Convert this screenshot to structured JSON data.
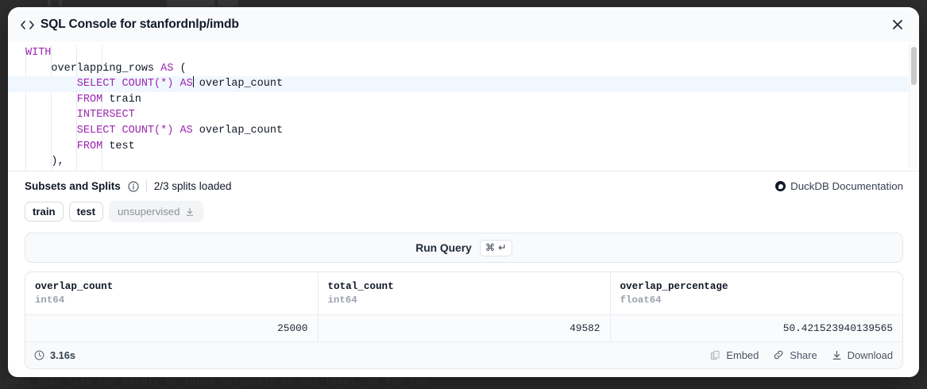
{
  "backdrop": {
    "text": "ause this film can hardly be taken seriously on any level. As for the"
  },
  "modal": {
    "icon": "code-icon",
    "title": "SQL Console for stanfordnlp/imdb",
    "close_label": "×"
  },
  "editor": {
    "lines": [
      [
        {
          "t": "WITH",
          "k": true
        }
      ],
      [
        {
          "t": "    overlapping_rows ",
          "k": false
        },
        {
          "t": "AS",
          "k": true
        },
        {
          "t": " (",
          "k": false
        }
      ],
      [
        {
          "t": "        SELECT COUNT",
          "k": true
        },
        {
          "t": "(*) ",
          "k": true
        },
        {
          "t": "AS",
          "k": true
        },
        {
          "t": "|",
          "k": false
        },
        {
          "t": " overlap_count",
          "k": false
        }
      ],
      [
        {
          "t": "        FROM",
          "k": true
        },
        {
          "t": " train",
          "k": false
        }
      ],
      [
        {
          "t": "        INTERSECT",
          "k": true
        }
      ],
      [
        {
          "t": "        SELECT COUNT",
          "k": true
        },
        {
          "t": "(*) ",
          "k": true
        },
        {
          "t": "AS",
          "k": true
        },
        {
          "t": " overlap_count",
          "k": false
        }
      ],
      [
        {
          "t": "        FROM",
          "k": true
        },
        {
          "t": " test",
          "k": false
        }
      ],
      [
        {
          "t": "    ),",
          "k": false
        }
      ]
    ],
    "active_line_index": 2,
    "scrollbar": "editor-vertical-scrollbar"
  },
  "splits": {
    "title": "Subsets and Splits",
    "info_icon": "info-circle-icon",
    "status": "2/3 splits loaded",
    "doc_link": "DuckDB Documentation",
    "doc_icon": "duckdb-icon",
    "pills": [
      {
        "label": "train",
        "loaded": true
      },
      {
        "label": "test",
        "loaded": true
      },
      {
        "label": "unsupervised",
        "loaded": false,
        "icon": "download-icon"
      }
    ]
  },
  "run_query": {
    "label": "Run Query",
    "shortcut_modifier": "⌘",
    "shortcut_key": "↵"
  },
  "results": {
    "columns": [
      {
        "name": "overlap_count",
        "type": "int64"
      },
      {
        "name": "total_count",
        "type": "int64"
      },
      {
        "name": "overlap_percentage",
        "type": "float64"
      }
    ],
    "rows": [
      [
        "25000",
        "49582",
        "50.421523940139565"
      ]
    ],
    "footer": {
      "clock_icon": "clock-icon",
      "timing": "3.16s",
      "actions": [
        {
          "label": "Embed",
          "icon": "copy-icon"
        },
        {
          "label": "Share",
          "icon": "link-icon"
        },
        {
          "label": "Download",
          "icon": "download-icon"
        }
      ]
    }
  }
}
